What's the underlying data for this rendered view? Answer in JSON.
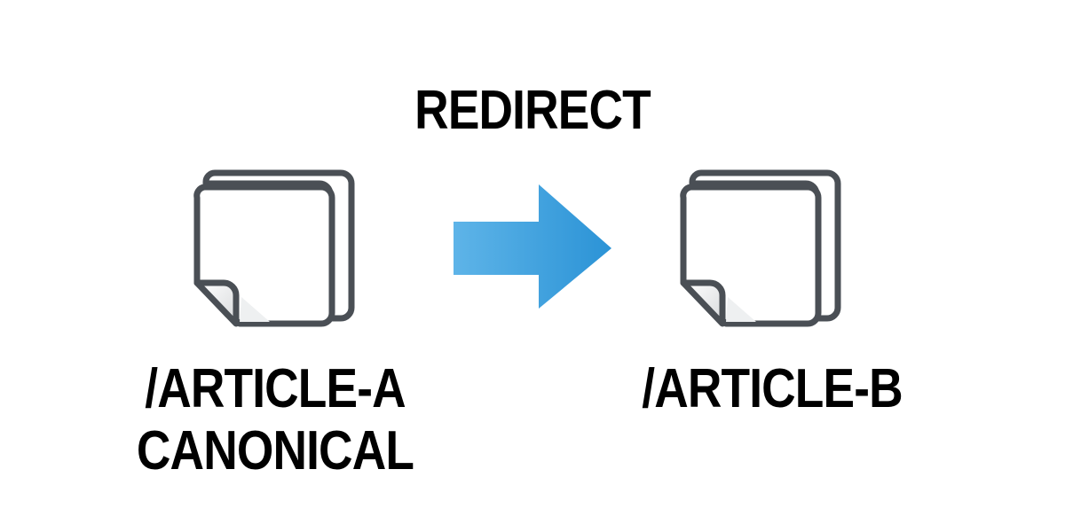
{
  "diagram": {
    "title": "REDIRECT",
    "source": {
      "path": "/ARTICLE-A",
      "tag": "CANONICAL",
      "icon": "document-stack-icon"
    },
    "target": {
      "path": "/ARTICLE-B",
      "icon": "document-stack-icon"
    },
    "arrow": {
      "icon": "arrow-right-icon",
      "color_light": "#5eb4e8",
      "color_dark": "#2b93d6"
    },
    "icon_stroke_color": "#4a4f55"
  }
}
